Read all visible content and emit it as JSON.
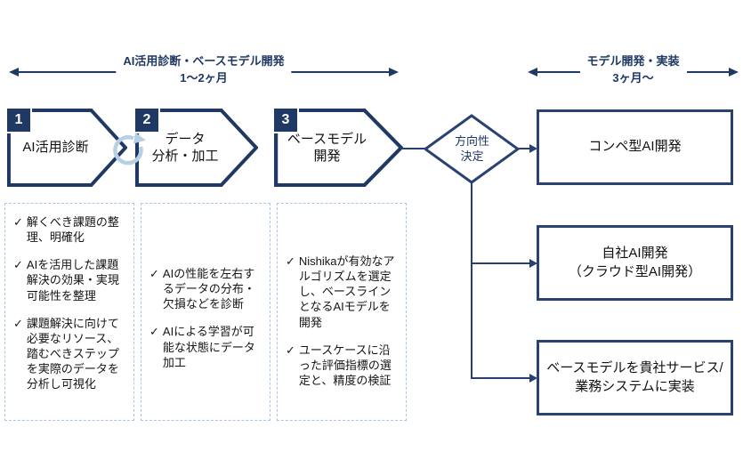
{
  "glyphs": {
    "check": "✓"
  },
  "colors": {
    "navy": "#1f3864",
    "line": "#26406f",
    "dashed_border": "#a9c7e2",
    "sync_icon": "#b8d0e4",
    "text": "#111111"
  },
  "timeline": {
    "left": {
      "label": "AI活用診断・ベースモデル開発",
      "duration": "1～2ヶ月"
    },
    "right": {
      "label": "モデル開発・実装",
      "duration": "3ヶ月～"
    }
  },
  "steps": [
    {
      "number": "1",
      "title": "AI活用診断",
      "bullets": [
        "解くべき課題の整理、明確化",
        "AIを活用した課題解決の効果・実現可能性を整理",
        "課題解決に向けて必要なリソース、踏むべきステップを実際のデータを分析し可視化"
      ]
    },
    {
      "number": "2",
      "title": "データ\n分析・加工",
      "bullets": [
        "AIの性能を左右するデータの分布・欠損などを診断",
        "AIによる学習が可能な状態にデータ加工"
      ]
    },
    {
      "number": "3",
      "title": "ベースモデル\n開発",
      "bullets": [
        "Nishikaが有効なアルゴリズムを選定し、ベースラインとなるAIモデルを開発",
        "ユースケースに沿った評価指標の選定と、精度の検証"
      ]
    }
  ],
  "decision": {
    "label": "方向性\n決定"
  },
  "outcomes": [
    {
      "label": "コンペ型AI開発"
    },
    {
      "label": "自社AI開発\n（クラウド型AI開発）"
    },
    {
      "label": "ベースモデルを貴社サービス/\n業務システムに実装"
    }
  ]
}
